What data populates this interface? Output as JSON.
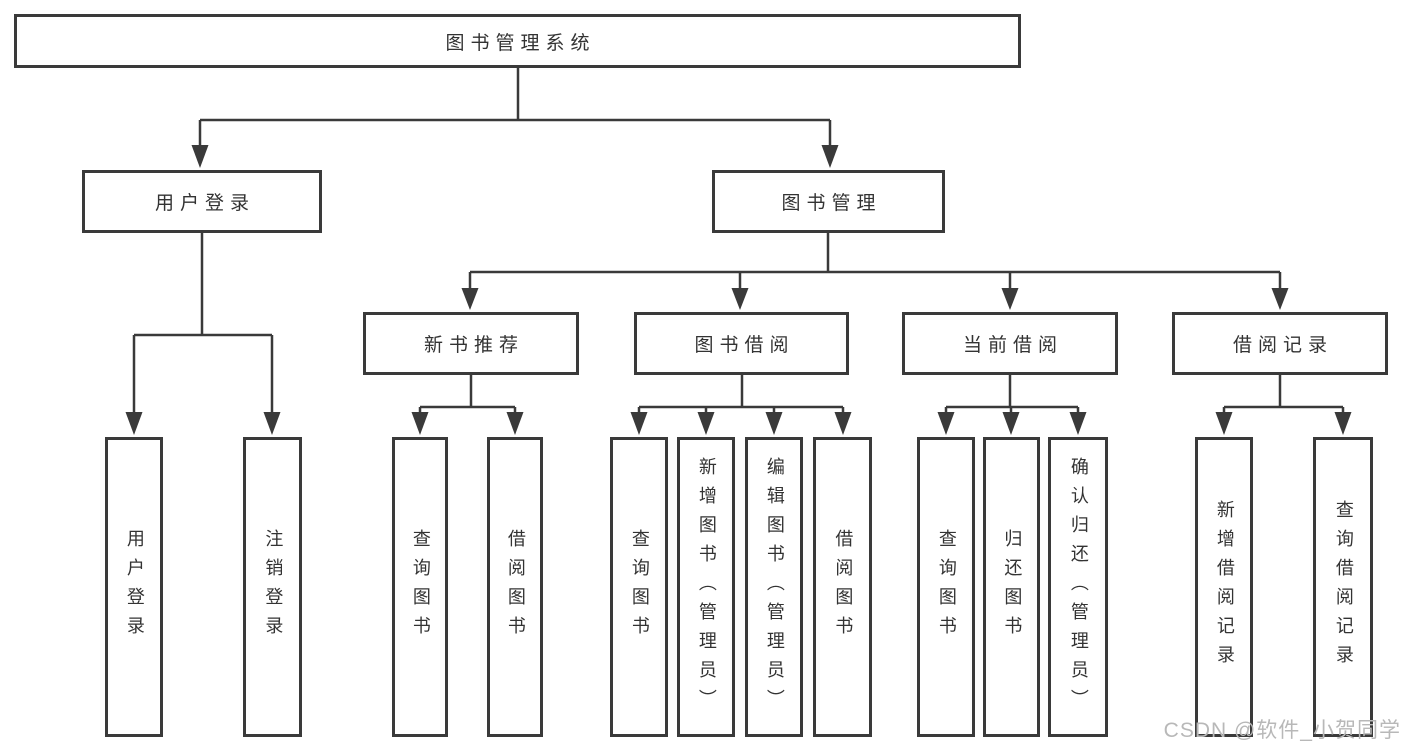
{
  "diagram": {
    "title": "图书管理系统",
    "level2": {
      "user_login": "用户登录",
      "book_mgmt": "图书管理"
    },
    "level3": {
      "new_book_rec": "新书推荐",
      "book_borrow": "图书借阅",
      "current_borrow": "当前借阅",
      "borrow_records": "借阅记录"
    },
    "level4": {
      "user_login": {
        "login": "用户登录",
        "logout": "注销登录"
      },
      "new_book_rec": {
        "query": "查询图书",
        "borrow": "借阅图书"
      },
      "book_borrow": {
        "query": "查询图书",
        "add": "新增图书（管理员）",
        "edit": "编辑图书（管理员）",
        "borrow": "借阅图书"
      },
      "current_borrow": {
        "query": "查询图书",
        "return": "归还图书",
        "confirm": "确认归还（管理员）"
      },
      "borrow_records": {
        "add": "新增借阅记录",
        "query": "查询借阅记录"
      }
    }
  },
  "watermark": {
    "text": "CSDN @软件_小贺同学"
  },
  "colors": {
    "line": "#3a3a3a",
    "text": "#333333",
    "background": "#ffffff",
    "watermark": "#b8b8b8"
  }
}
